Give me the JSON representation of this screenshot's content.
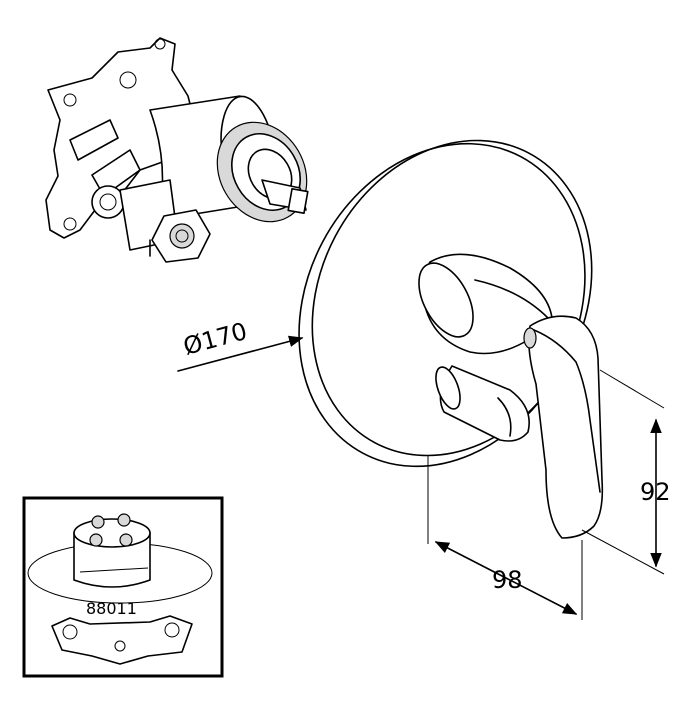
{
  "dimensions": {
    "diameter": "Ø170",
    "height": "92",
    "depth": "98"
  },
  "inset": {
    "product_code": "88011"
  }
}
